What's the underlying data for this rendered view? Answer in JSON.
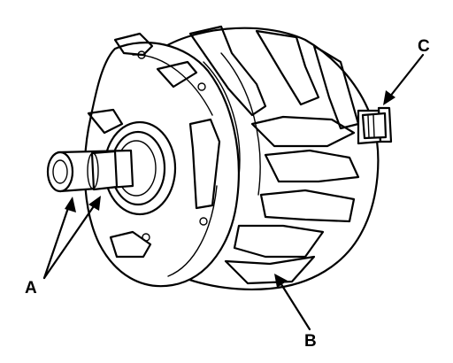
{
  "figure": {
    "callouts": [
      {
        "id": "A",
        "label": "A"
      },
      {
        "id": "B",
        "label": "B"
      },
      {
        "id": "C",
        "label": "C"
      }
    ]
  }
}
